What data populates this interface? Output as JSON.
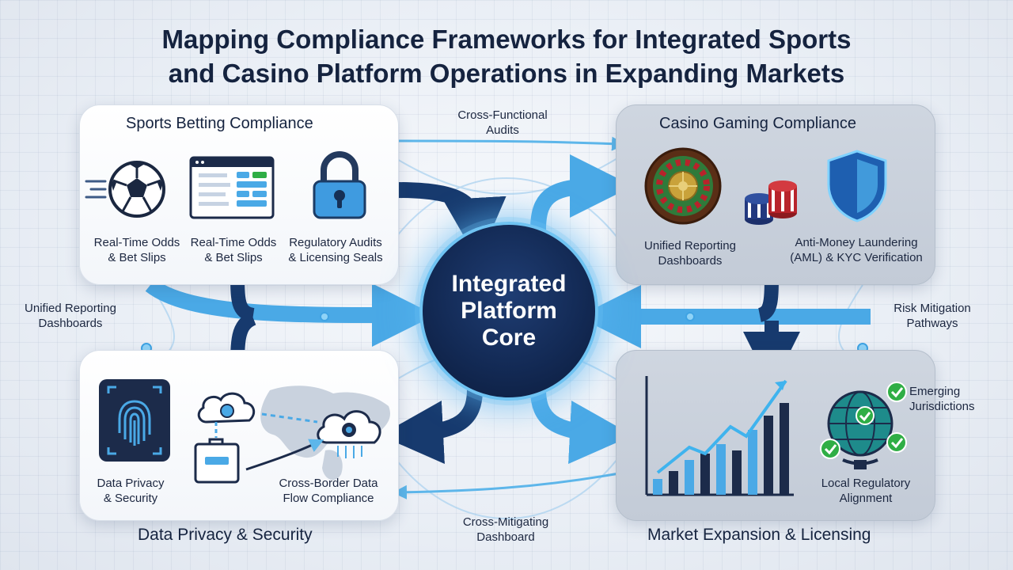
{
  "title": {
    "line1": "Mapping Compliance Frameworks for Integrated Sports",
    "line2": "and Casino Platform Operations in Expanding Markets"
  },
  "core": {
    "line1": "Integrated",
    "line2": "Platform",
    "line3": "Core"
  },
  "panels": {
    "sports": {
      "title": "Sports Betting Compliance",
      "items": [
        {
          "line1": "Real-Time Odds",
          "line2": "& Bet Slips",
          "icon": "soccer-ball-icon"
        },
        {
          "line1": "Real-Time Odds",
          "line2": "& Bet Slips",
          "icon": "bet-slip-screen-icon"
        },
        {
          "line1": "Regulatory Audits",
          "line2": "& Licensing Seals",
          "icon": "padlock-icon"
        }
      ]
    },
    "casino": {
      "title": "Casino Gaming Compliance",
      "items": [
        {
          "line1": "Unified Reporting",
          "line2": "Dashboards",
          "icon": "roulette-wheel-icon"
        },
        {
          "line1": "Anti-Money Laundering",
          "line2": "(AML) & KYC Verification",
          "icon": "shield-icon"
        }
      ],
      "extra_icon": "casino-chips-icon"
    },
    "data": {
      "title": "Data Privacy & Security",
      "items": [
        {
          "line1": "Data Privacy",
          "line2": "& Security",
          "icon": "fingerprint-icon"
        },
        {
          "line1": "Cross-Border Data",
          "line2": "Flow Compliance",
          "icon": "cloud-world-map-icon"
        }
      ]
    },
    "market": {
      "title": "Market Expansion & Licensing",
      "items": [
        {
          "line1": "Emerging",
          "line2": "Jurisdictions",
          "icon": "globe-checkmarks-icon"
        },
        {
          "line1": "Local Regulatory",
          "line2": "Alignment",
          "icon": ""
        }
      ],
      "chart_icon": "growth-bar-chart-icon"
    }
  },
  "connectors": {
    "top": {
      "line1": "Cross-Functional",
      "line2": "Audits"
    },
    "left": {
      "line1": "Unified Reporting",
      "line2": "Dashboards"
    },
    "right": {
      "line1": "Risk Mitigation",
      "line2": "Pathways"
    },
    "bottom": {
      "line1": "Cross-Mitigating",
      "line2": "Dashboard"
    }
  },
  "colors": {
    "navy": "#15233f",
    "core_fill": "#132a55",
    "glow_blue": "#6fc3f2",
    "arrow_dark": "#173a6e",
    "arrow_light": "#4aa9e6",
    "check_green": "#2fae45"
  }
}
